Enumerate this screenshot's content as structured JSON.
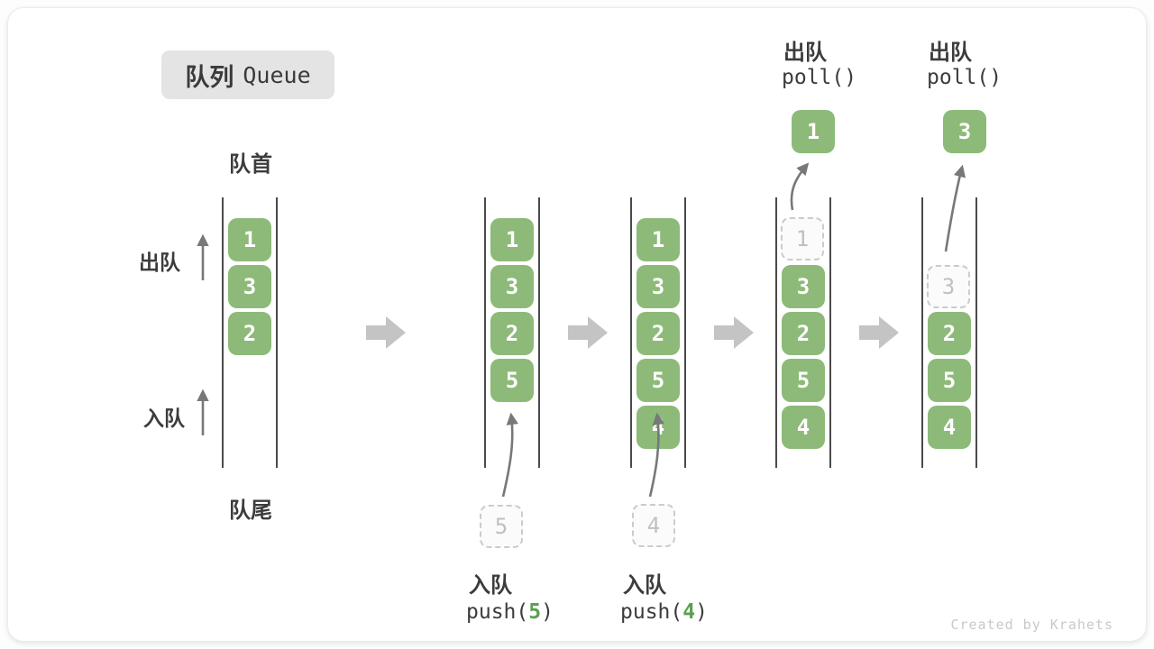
{
  "title": {
    "zh": "队列",
    "en": "Queue"
  },
  "side_labels": {
    "front": "队首",
    "rear": "队尾",
    "dequeue": "出队",
    "enqueue": "入队"
  },
  "queues": [
    {
      "blocks": [
        "1",
        "3",
        "2"
      ]
    },
    {
      "blocks": [
        "1",
        "3",
        "2",
        "5"
      ],
      "ghost": "5"
    },
    {
      "blocks": [
        "1",
        "3",
        "2",
        "5",
        "4"
      ],
      "ghost": "4"
    },
    {
      "blocks": [
        "3",
        "2",
        "5",
        "4"
      ],
      "ghost": "1",
      "out": "1"
    },
    {
      "blocks": [
        "2",
        "5",
        "4"
      ],
      "ghost": "3",
      "out": "3"
    }
  ],
  "ops": {
    "push5": {
      "label": "入队",
      "fn": "push(",
      "arg": "5",
      "end": ")"
    },
    "push4": {
      "label": "入队",
      "fn": "push(",
      "arg": "4",
      "end": ")"
    },
    "poll1": {
      "label": "出队",
      "fn": "poll()"
    },
    "poll2": {
      "label": "出队",
      "fn": "poll()"
    }
  },
  "colors": {
    "block_green": "#8dba78",
    "arg_green": "#5ba050",
    "ghost_gray": "#c0c0c0",
    "arrow_gray": "#787878",
    "transition_arrow_gray": "#c4c4c4"
  },
  "watermark": "Created by Krahets"
}
